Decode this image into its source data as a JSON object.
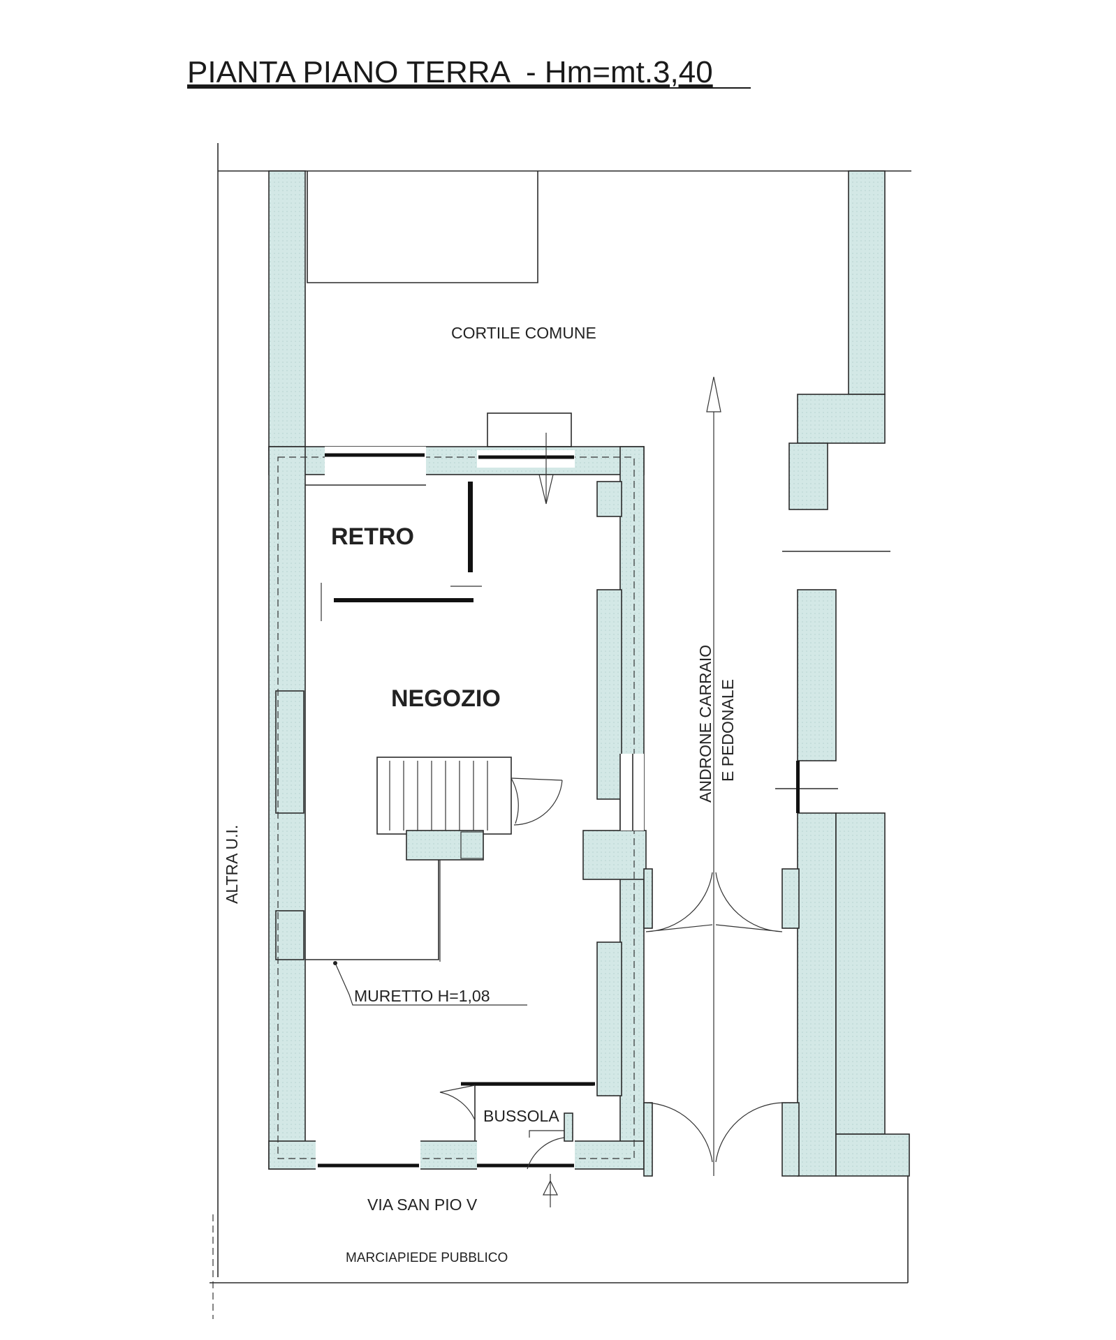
{
  "title": "PIANTA PIANO TERRA  - Hm=mt.3,40",
  "labels": {
    "cortile": "CORTILE COMUNE",
    "retro": "RETRO",
    "negozio": "NEGOZIO",
    "androne_line1": "ANDRONE CARRAIO",
    "androne_line2": "E PEDONALE",
    "altra": "ALTRA U.I.",
    "muretto": "MURETTO H=1,08",
    "bussola": "BUSSOLA",
    "via": "VIA SAN PIO V",
    "marciapiede": "MARCIAPIEDE PUBBLICO"
  },
  "colors": {
    "wall_fill": "#d3e8e6",
    "line": "#2a2a2a",
    "background": "#ffffff"
  }
}
